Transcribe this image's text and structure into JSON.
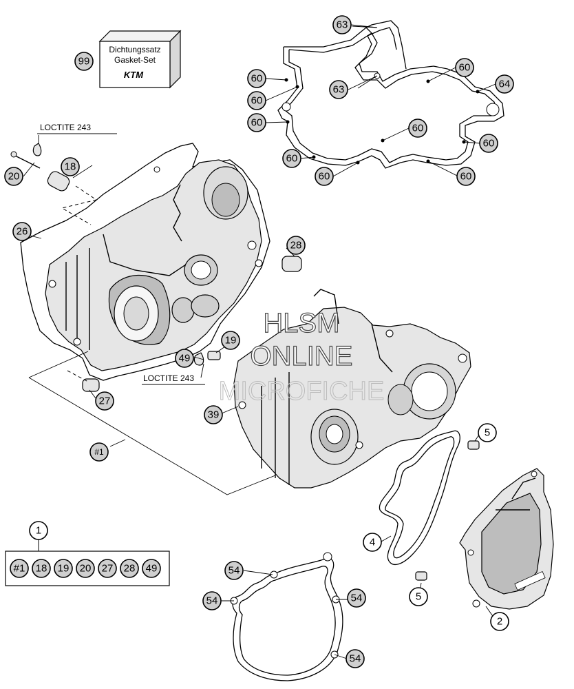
{
  "kit_box": {
    "line1": "Dichtungssatz",
    "line2": "Gasket-Set",
    "brand": "KTM"
  },
  "loctite": {
    "top": "LOCTITE 243",
    "bottom": "LOCTITE 243"
  },
  "watermark": {
    "line1": "HLSM",
    "line2": "ONLINE",
    "line3": "MICROFICHE"
  },
  "callouts": {
    "c99": "99",
    "c63a": "63",
    "c63b": "63",
    "c64": "64",
    "c60a": "60",
    "c60b": "60",
    "c60c": "60",
    "c60d": "60",
    "c60e": "60",
    "c60f": "60",
    "c60g": "60",
    "c60h": "60",
    "c60i": "60",
    "c20": "20",
    "c18": "18",
    "c26": "26",
    "c28": "28",
    "c19": "19",
    "c49": "49",
    "c27": "27",
    "c39": "39",
    "c1h": "#1",
    "c5a": "5",
    "c5b": "5",
    "c4": "4",
    "c2": "2",
    "c54a": "54",
    "c54b": "54",
    "c54c": "54",
    "c54d": "54",
    "c1": "1"
  },
  "kit_legend": {
    "items": [
      "#1",
      "18",
      "19",
      "20",
      "27",
      "28",
      "49"
    ]
  }
}
